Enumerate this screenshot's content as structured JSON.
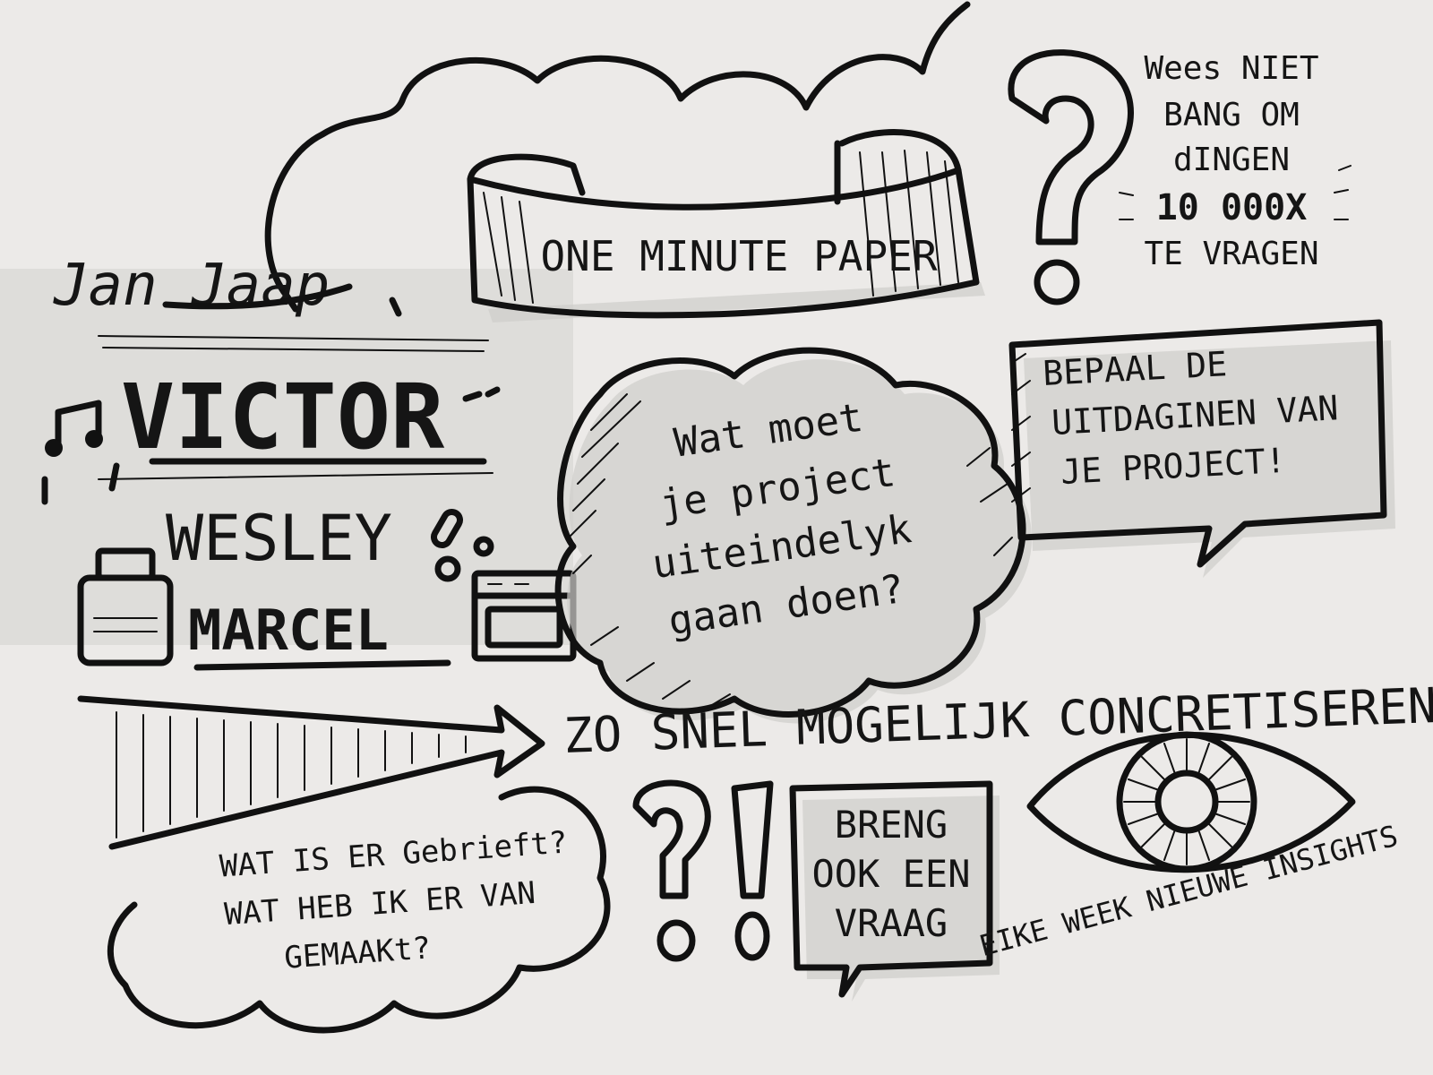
{
  "banner": {
    "title": "ONE MINUTE PAPER"
  },
  "names": [
    "Jan Jaap",
    "VICTOR",
    "WESLEY",
    "MARCEL"
  ],
  "question_note": [
    "Wees NIET",
    "BANG OM",
    "dINGEN",
    "10 000X",
    "TE VRAGEN"
  ],
  "cloud_question": [
    "Wat moet",
    "je project",
    "uiteindelyk",
    "gaan doen?"
  ],
  "challenge_bubble": [
    "BEPAAL DE",
    "UITDAGINEN VAN",
    "JE PROJECT!"
  ],
  "concretise": "ZO SNEL MOGELIJK CONCRETISEREN !",
  "bottom_cloud": [
    "WAT IS ER Gebrieft?",
    "WAT HEB IK ER VAN",
    "GEMAAKt?"
  ],
  "bring_question": [
    "BRENG",
    "OOK EEN",
    "VRAAG"
  ],
  "eye_caption": "EIKE WEEK NIEUWE INSIGHTS",
  "colors": {
    "paper": "#eceae8",
    "ink": "#111111",
    "shadow": "#cfcdca"
  }
}
